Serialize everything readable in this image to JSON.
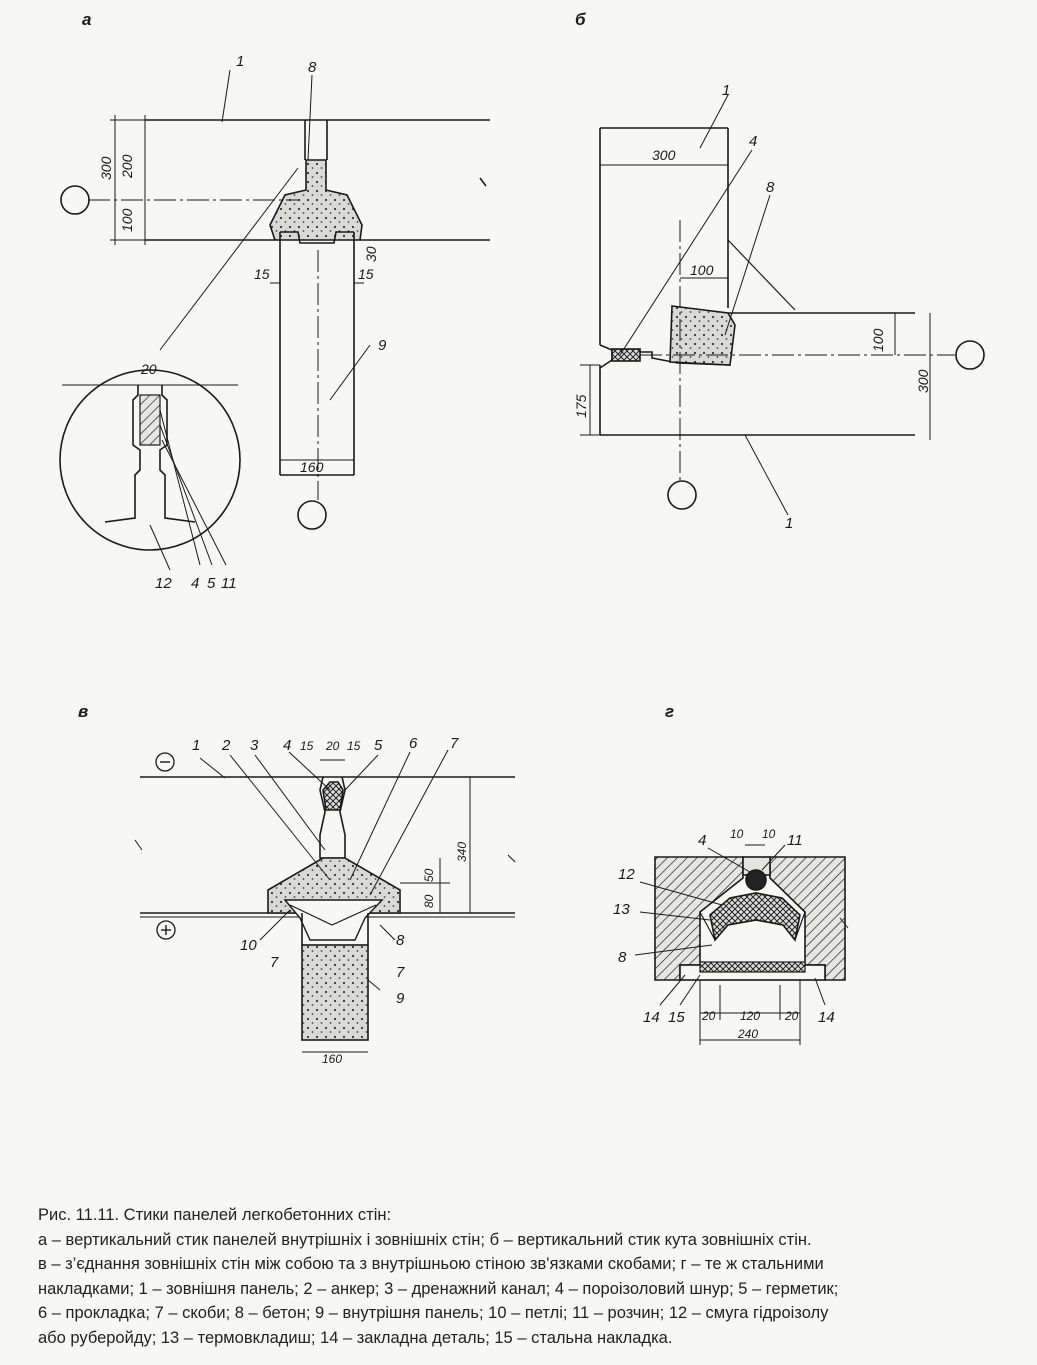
{
  "panels": {
    "a": {
      "title": "а",
      "labels": [
        "1",
        "8",
        "9",
        "12",
        "4",
        "5",
        "11"
      ],
      "dims": [
        "300",
        "200",
        "100",
        "30",
        "15",
        "15",
        "160",
        "20"
      ]
    },
    "b": {
      "title": "б",
      "labels": [
        "1",
        "4",
        "8",
        "1"
      ],
      "dims": [
        "300",
        "100",
        "100",
        "300",
        "175"
      ]
    },
    "c": {
      "title": "в",
      "labels": [
        "1",
        "2",
        "3",
        "4",
        "5",
        "6",
        "7",
        "10",
        "7",
        "8",
        "7",
        "9"
      ],
      "dims": [
        "15",
        "20",
        "15",
        "50",
        "80",
        "340",
        "160"
      ],
      "signs": [
        "−",
        "+"
      ]
    },
    "d": {
      "title": "г",
      "labels": [
        "4",
        "11",
        "12",
        "13",
        "8",
        "14",
        "15",
        "14"
      ],
      "dims": [
        "10",
        "10",
        "20",
        "120",
        "20",
        "240"
      ]
    }
  },
  "caption": {
    "lines": [
      "Рис. 11.11. Стики панелей легкобетонних стін:",
      "а – вертикальний стик панелей внутрішніх і зовнішніх стін; б – вертикальний стик кута зовнішніх стін.",
      "в – з’єднання зовнішніх стін між собою та з внутрішньою стіною зв'язками скобами; г – те ж стальними",
      "накладками; 1 – зовнішня панель; 2 – анкер; 3 – дренажний канал; 4 – пороізоловий шнур; 5 – герметик;",
      "6 – прокладка; 7 – скоби; 8 – бетон; 9 – внутрішня панель; 10 – петлі; 11 – розчин; 12 – смуга гідроізолу",
      "або руберойду; 13 – термовкладиш; 14 – закладна деталь; 15 – стальна накладка."
    ]
  }
}
